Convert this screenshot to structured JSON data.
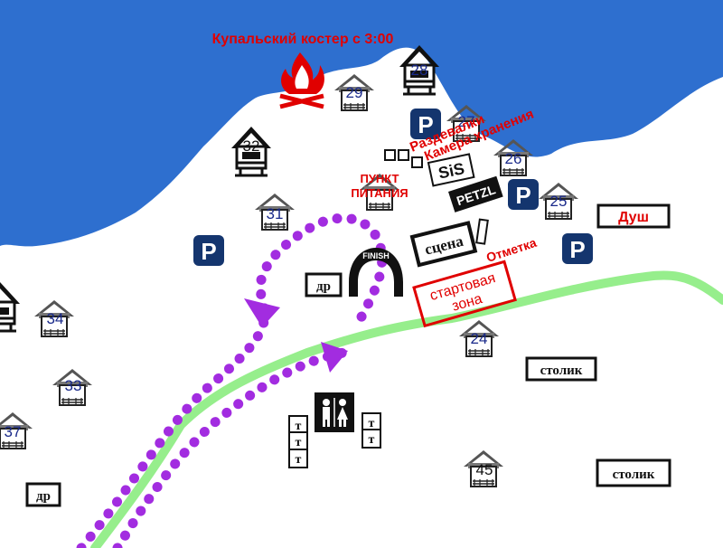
{
  "colors": {
    "water": "#2e6fcf",
    "route_green": "#96ee8c",
    "route_purple": "#a22ce0",
    "parking": "#14356e",
    "label_red": "#e00000",
    "house_blue_number": "#1a2a8a"
  },
  "labels": {
    "campfire": "Купальский костер с 3:00",
    "changing_rooms": "Раздевалки",
    "storage": "Камера хранения",
    "food_point_line1": "ПУНКТ",
    "food_point_line2": "ПИТАНИЯ",
    "checkpoint": "Отметка",
    "start_zone_line1": "стартовая",
    "start_zone_line2": "зона",
    "stage": "сцена",
    "shower": "Душ",
    "finish": "FINISH",
    "table_1": "столик",
    "table_2": "столик",
    "dr_1": "др",
    "dr_2": "др",
    "sponsor_sis": "SiS",
    "sponsor_petzl": "PETZL",
    "parking": "P",
    "toilet": "т"
  },
  "houses": [
    {
      "id": "28",
      "label": "28"
    },
    {
      "id": "29",
      "label": "29"
    },
    {
      "id": "27",
      "label": "27"
    },
    {
      "id": "26",
      "label": "26"
    },
    {
      "id": "25",
      "label": "25"
    },
    {
      "id": "32",
      "label": "32"
    },
    {
      "id": "31",
      "label": "31"
    },
    {
      "id": "34",
      "label": "34"
    },
    {
      "id": "33",
      "label": "33"
    },
    {
      "id": "37",
      "label": "37"
    },
    {
      "id": "24",
      "label": "24"
    },
    {
      "id": "45",
      "label": "45"
    }
  ],
  "icons": [
    "campfire-icon",
    "parking-icon",
    "wc-icon",
    "finish-arch-icon",
    "house-icon",
    "cabin-icon"
  ]
}
